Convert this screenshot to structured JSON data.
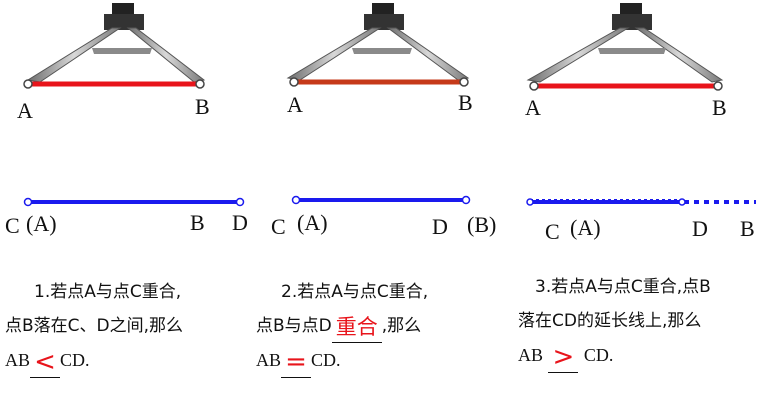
{
  "colors": {
    "red_segment": "#e8141b",
    "red_segment_2": "#c63a1a",
    "blue_segment": "#1a1aee",
    "answer": "#e8141b",
    "compass_metal": "#9a9a9a"
  },
  "panels": [
    {
      "top": {
        "left": "A",
        "right": "B"
      },
      "bottom": {
        "p1": "C",
        "p1b": "(A)",
        "p2": "B",
        "p3": "D"
      },
      "caption": {
        "line1": "1.若点A与点C重合,",
        "line2": "点B落在C、D之间,那么",
        "pre": "AB",
        "answer": "<",
        "post": "CD."
      }
    },
    {
      "top": {
        "left": "A",
        "right": "B"
      },
      "bottom": {
        "p1": "C",
        "p1b": "(A)",
        "p2": "D",
        "p3": "(B)"
      },
      "caption": {
        "line1": "2.若点A与点C重合,",
        "line2_pre": "点B与点D",
        "line2_answer": "重合",
        "line2_post": ",那么",
        "pre": "AB",
        "answer": "=",
        "post": "CD."
      }
    },
    {
      "top": {
        "left": "A",
        "right": "B"
      },
      "bottom": {
        "p1": "C",
        "p1b": "(A)",
        "p2": "D",
        "p3": "B"
      },
      "caption": {
        "line1": "3.若点A与点C重合,点B",
        "line2": "落在CD的延长线上,那么",
        "pre": "AB",
        "answer": ">",
        "post": "CD."
      }
    }
  ]
}
